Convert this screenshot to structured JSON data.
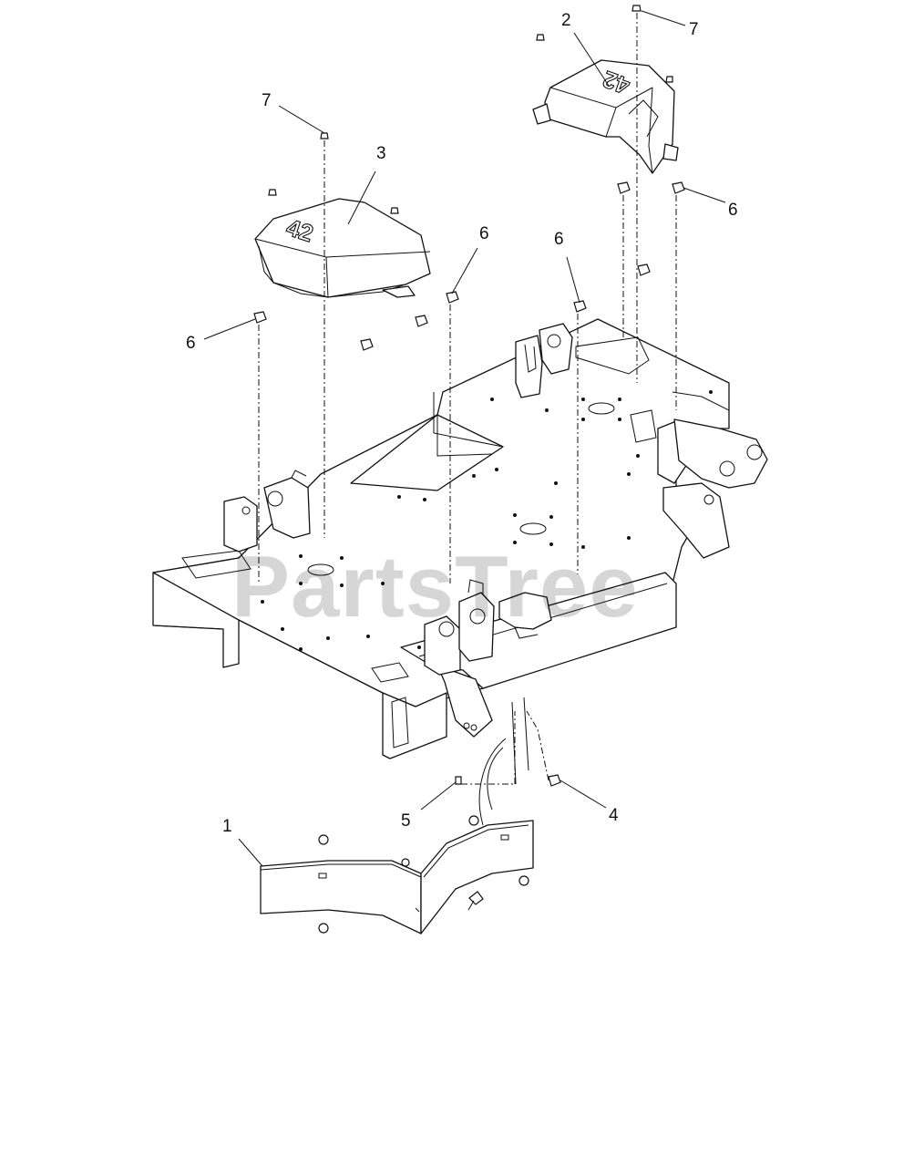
{
  "watermark": "PartsTree",
  "callouts": [
    {
      "id": "c1",
      "label": "1"
    },
    {
      "id": "c2",
      "label": "2"
    },
    {
      "id": "c3",
      "label": "3"
    },
    {
      "id": "c4",
      "label": "4"
    },
    {
      "id": "c5",
      "label": "5"
    },
    {
      "id": "c6a",
      "label": "6"
    },
    {
      "id": "c6b",
      "label": "6"
    },
    {
      "id": "c6c",
      "label": "6"
    },
    {
      "id": "c6d",
      "label": "6"
    },
    {
      "id": "c7a",
      "label": "7"
    },
    {
      "id": "c7b",
      "label": "7"
    }
  ],
  "cover_embossing": {
    "left_cover": "42",
    "right_cover": "42"
  }
}
